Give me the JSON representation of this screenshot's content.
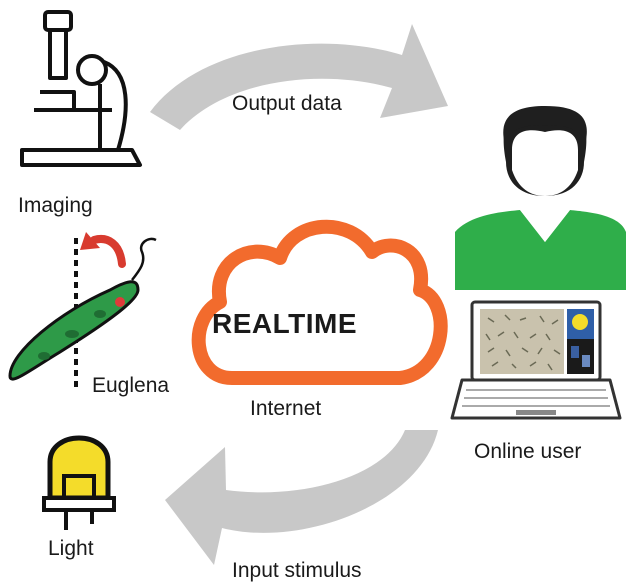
{
  "labels": {
    "output_data": "Output data",
    "imaging": "Imaging",
    "online_user": "Online user",
    "realtime": "REALTIME",
    "internet": "Internet",
    "euglena": "Euglena",
    "light": "Light",
    "input_stimulus": "Input stimulus"
  },
  "colors": {
    "arrow": "#c8c8c8",
    "cloud": "#f26b2d",
    "shirt": "#2fae4a",
    "hair": "#1f1f1f",
    "euglena_body": "#2e9a48",
    "euglena_spot": "#e03a3a",
    "curved_arrow": "#d83b2f",
    "led_yellow": "#f4dc2a"
  },
  "icons": [
    "microscope-icon",
    "user-icon",
    "laptop-icon",
    "cloud-icon",
    "euglena-icon",
    "led-icon"
  ]
}
